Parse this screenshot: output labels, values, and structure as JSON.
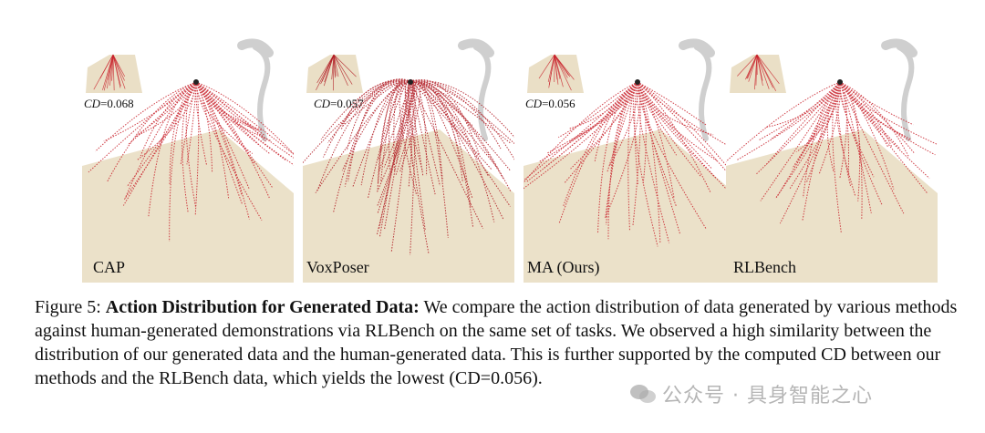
{
  "figure": {
    "panels": [
      {
        "label": "CAP",
        "cd_prefix": "CD",
        "cd_value": "=0.068",
        "color": "#c8202a",
        "spread": 0.8,
        "seed": 3
      },
      {
        "label": "VoxPoser",
        "cd_prefix": "CD",
        "cd_value": "=0.057",
        "color": "#b01820",
        "spread": 1.0,
        "seed": 7
      },
      {
        "label": "MA (Ours)",
        "cd_prefix": "CD",
        "cd_value": "=0.056",
        "color": "#c8202a",
        "spread": 0.9,
        "seed": 11
      },
      {
        "label": "RLBench",
        "cd_prefix": "",
        "cd_value": "",
        "color": "#c8202a",
        "spread": 0.75,
        "seed": 19
      }
    ],
    "colors": {
      "table": "#e8dcc0",
      "trajectory": "#c8202a",
      "robot": "#d8d8d8"
    }
  },
  "caption": {
    "figure_number": "Figure 5: ",
    "title": "Action Distribution for Generated Data:",
    "body": " We compare the action distribution of data generated by various methods against human-generated demonstrations via RLBench on the same set of tasks. We observed a high similarity between the distribution of our generated data and the human-generated data. This is further supported by the computed CD between our methods and the RLBench data, which yields the lowest (CD=0.056)."
  },
  "watermark": {
    "text": "公众号 · 具身智能之心",
    "icon": "wechat-icon"
  }
}
